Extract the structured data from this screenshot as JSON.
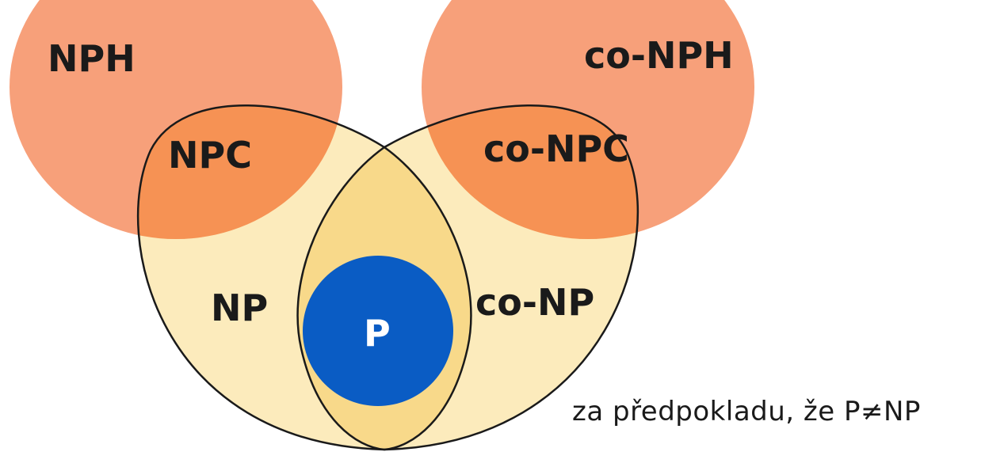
{
  "diagram": {
    "labels": {
      "nph": "NPH",
      "co_nph": "co-NPH",
      "npc": "NPC",
      "co_npc": "co-NPC",
      "np": "NP",
      "co_np": "co-NP",
      "p": "P"
    },
    "caption": "za předpokladu, že P≠NP",
    "colors": {
      "hard_region": "#f7a07a",
      "complete_region": "#f5894a",
      "np_region": "#fbe7b0",
      "np_intersection": "#f8d98a",
      "p_region": "#0a5cc4",
      "outline": "#1a1a1a"
    }
  }
}
